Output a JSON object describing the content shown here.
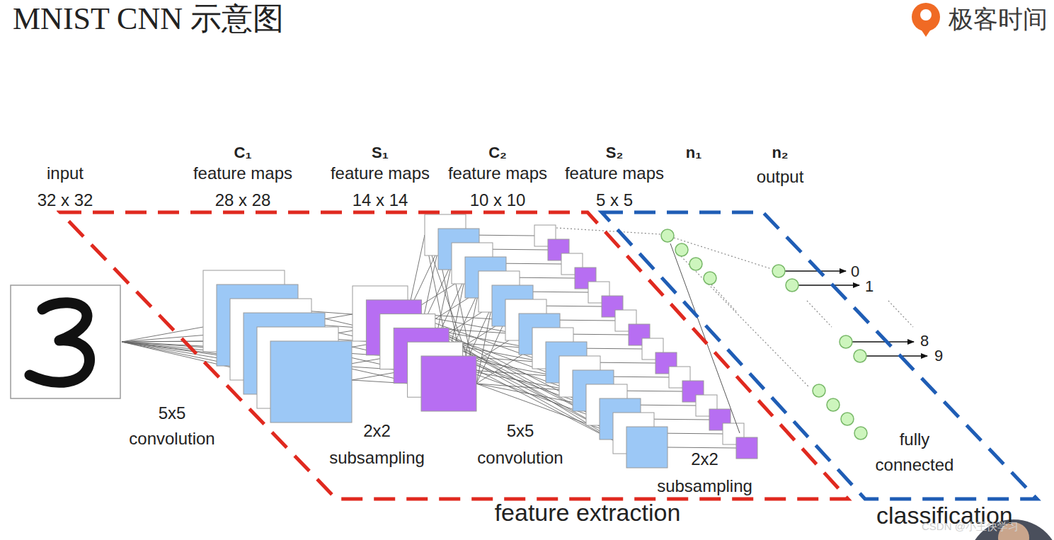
{
  "diagram": {
    "title": "MNIST CNN 示意图",
    "nodes": [
      {
        "text": [
          "feature extraction"
        ]
      },
      {
        "text": [
          "classification"
        ]
      }
    ],
    "labels": [
      "极客时间",
      "input",
      "32 x 32",
      "C₁",
      "feature maps",
      "28 x 28",
      "S₁",
      "feature maps",
      "14 x 14",
      "C₂",
      "feature maps",
      "10 x 10",
      "S₂",
      "feature maps",
      "5 x 5",
      "n₁",
      "n₂",
      "output",
      "0",
      "1",
      "8",
      "9",
      "5x5 convolution",
      "2x2 subsampling",
      "5x5 convolution",
      "2x2 subsampling",
      "fully connected",
      "CSDN @小王快学习"
    ]
  }
}
